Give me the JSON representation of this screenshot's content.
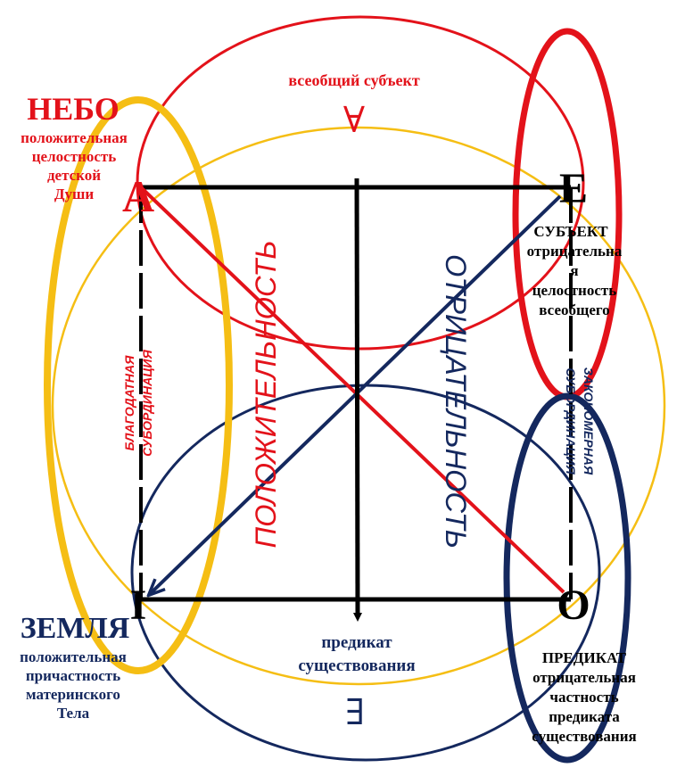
{
  "colors": {
    "red": "#e3121a",
    "yellow": "#f5be14",
    "navy": "#14285e",
    "black": "#000000"
  },
  "corners": {
    "a": "A",
    "e": "E",
    "i": "I",
    "o": "O"
  },
  "top_label": "всеобщий субъект",
  "top_symbol": "∀",
  "bottom_symbol": "∃",
  "nebo": {
    "title": "НЕБО",
    "lines": [
      "положительная",
      "целостность",
      "детской",
      "Души"
    ]
  },
  "zemlya": {
    "title": "ЗЕМЛЯ",
    "lines": [
      "положительная",
      "причастность",
      "материнского",
      "Тела"
    ]
  },
  "subject": {
    "lines": [
      "СУБЪЕКТ",
      "отрицательна",
      "я",
      "целостность",
      "всеобщего"
    ]
  },
  "predicate_right": {
    "lines": [
      "ПРЕДИКАТ",
      "отрицательная",
      "частность",
      "предиката",
      "существования"
    ]
  },
  "predicate_center": {
    "lines": [
      "предикат",
      "существования"
    ]
  },
  "left_side": {
    "lines": [
      "БЛАГОДАТНАЯ",
      "СУБОРДИНАЦИЯ"
    ]
  },
  "right_side": {
    "lines": [
      "ЗАКОНОМЕРНАЯ",
      "СУБОРДИНАЦИЯ"
    ]
  },
  "positivity": "ПОЛОЖИТЕЛЬНОСТЬ",
  "negativity": "ОТРИЦАТЕЛЬНОСТЬ"
}
